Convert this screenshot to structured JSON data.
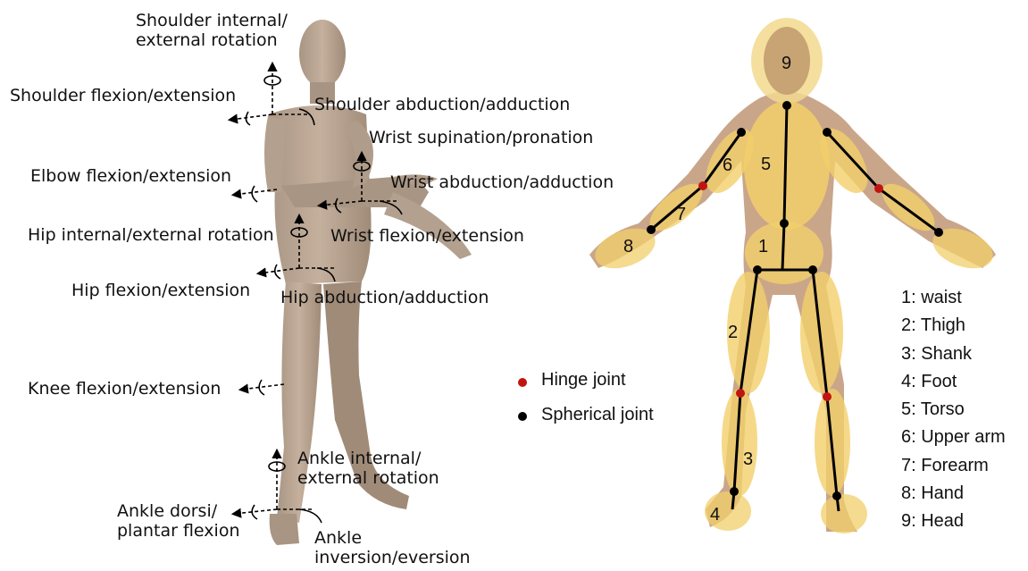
{
  "left_labels": [
    {
      "id": "shoulder-rotation",
      "lines": [
        "Shoulder internal/",
        "external rotation"
      ]
    },
    {
      "id": "shoulder-flexion",
      "lines": [
        "Shoulder flexion/extension"
      ]
    },
    {
      "id": "shoulder-abduction",
      "lines": [
        "Shoulder abduction/adduction"
      ]
    },
    {
      "id": "wrist-supination",
      "lines": [
        "Wrist supination/pronation"
      ]
    },
    {
      "id": "elbow-flexion",
      "lines": [
        "Elbow flexion/extension"
      ]
    },
    {
      "id": "wrist-abduction",
      "lines": [
        "Wrist abduction/adduction"
      ]
    },
    {
      "id": "hip-rotation",
      "lines": [
        "Hip internal/external rotation"
      ]
    },
    {
      "id": "wrist-flexion",
      "lines": [
        "Wrist flexion/extension"
      ]
    },
    {
      "id": "hip-flexion",
      "lines": [
        "Hip flexion/extension"
      ]
    },
    {
      "id": "hip-abduction",
      "lines": [
        "Hip abduction/adduction"
      ]
    },
    {
      "id": "knee-flexion",
      "lines": [
        "Knee flexion/extension"
      ]
    },
    {
      "id": "ankle-rotation",
      "lines": [
        "Ankle internal/",
        "external rotation"
      ]
    },
    {
      "id": "ankle-dorsi",
      "lines": [
        "Ankle dorsi/",
        "plantar flexion"
      ]
    },
    {
      "id": "ankle-inversion",
      "lines": [
        "Ankle",
        "inversion/eversion"
      ]
    }
  ],
  "legend": {
    "hinge_label": "Hinge joint",
    "spherical_label": "Spherical joint",
    "hinge_color": "#c0150f",
    "spherical_color": "#000000"
  },
  "segment_numbers": [
    "1",
    "2",
    "3",
    "4",
    "5",
    "6",
    "7",
    "8",
    "9"
  ],
  "segment_list": [
    "1: waist",
    "2: Thigh",
    "3: Shank",
    "4: Foot",
    "5: Torso",
    "6: Upper arm",
    "7: Forearm",
    "8: Hand",
    "9: Head"
  ],
  "colors": {
    "body_skin": "#b8a591",
    "segment_fill": "#f2cf6a",
    "skeleton": "#000000"
  }
}
